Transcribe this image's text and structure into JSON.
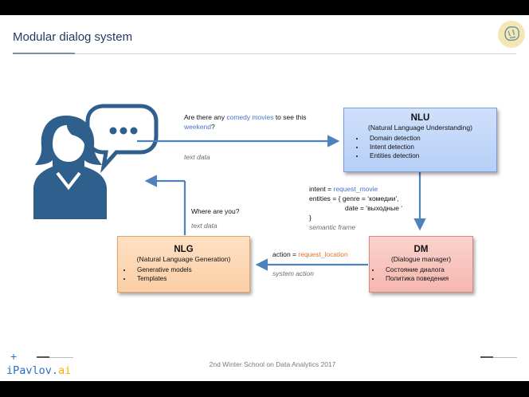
{
  "slide": {
    "title": "Modular dialog system",
    "footer": "2nd Winter School on Data Analytics 2017",
    "brand_main": "iPavlov.",
    "brand_ai": "ai"
  },
  "nlu": {
    "title": "NLU",
    "subtitle": "(Natural Language Understanding)",
    "items": [
      "Domain detection",
      "Intent detection",
      "Entities detection"
    ]
  },
  "dm": {
    "title": "DM",
    "subtitle": "(Dialogue manager)",
    "items": [
      "Состояние диалога",
      "Политика поведения"
    ]
  },
  "nlg": {
    "title": "NLG",
    "subtitle": "(Natural Language Generation)",
    "items": [
      "Generative models",
      "Templates"
    ]
  },
  "user_query": {
    "part1": "Are there any ",
    "part2": "comedy movies",
    "part3": " to see this ",
    "part4": "weekend",
    "part5": "?",
    "label": "text data"
  },
  "semantic_frame": {
    "line1_key": "intent = ",
    "line1_val": "request_movie",
    "line2": "entities = { genre = ‘комедии’,",
    "line3": "date = ‘выходные ‘",
    "line4": "}",
    "label": "semantic frame"
  },
  "system_action": {
    "key": "action = ",
    "val": "request_location",
    "label": "system action"
  },
  "reply": {
    "text": "Where are you?",
    "label": "text data"
  },
  "colors": {
    "arrow": "#4f81bd",
    "nlu_fill": "#c5d9f8",
    "dm_fill": "#f8c4bd",
    "nlg_fill": "#fcd6b3",
    "highlight_blue": "#4c74c9",
    "highlight_orange": "#e0762e"
  }
}
